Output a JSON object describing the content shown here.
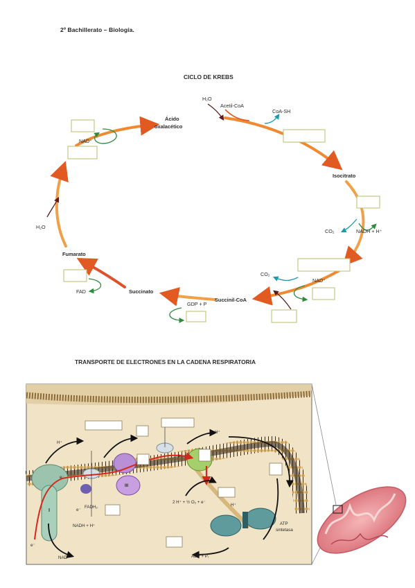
{
  "header": {
    "text": "2º Bachillerato – Biología."
  },
  "krebs": {
    "title": "CICLO DE KREBS",
    "labels": {
      "oxalacetico_1": "Ácido",
      "oxalacetico_2": "oxalacético",
      "h2o_top": "H₂O",
      "acetil": "Acetil-CoA",
      "coash": "CoA-SH",
      "isocitrato": "Isocitrato",
      "co2_1": "CO₂",
      "nadh_1": "NADH + H⁺",
      "nad_right": "NAD⁺",
      "co2_2": "CO₂",
      "succinilcoa": "Succinil-CoA",
      "gdp": "GDP + P",
      "succinato": "Succinato",
      "fad": "FAD",
      "fumarato": "Fumarato",
      "h2o_left": "H₂O",
      "nad_left": "NAD⁺"
    }
  },
  "etc": {
    "title": "TRANSPORTE DE ELECTRONES EN LA CADENA RESPIRATORIA",
    "labels": {
      "hplus_1": "H⁺",
      "hplus_2": "H⁺",
      "hplus_3": "H⁺",
      "eminus_1": "e⁻",
      "eminus_2": "e⁻",
      "eminus_3": "e⁻",
      "eminus_4": "e⁻",
      "complex_i": "I",
      "complex_iii": "III",
      "fadh2": "FADH₂",
      "nadh": "NADH + H⁺",
      "nad": "NAD⁺",
      "oxygen": "2 H⁺ + ½ O₂ + e⁻",
      "atp_1": "ATP",
      "atp_2": "sintetasa",
      "adp": "ADP + Pᵢ"
    }
  },
  "colors": {
    "cycle_orange": "#f08a2c",
    "cycle_red": "#d9461c",
    "arrow_green": "#2e8b3e",
    "arrow_teal": "#1a9bb0",
    "arrow_dark": "#5a1a1a",
    "membrane_bg": "#e9d3a8",
    "box_border": "#bfc27a"
  }
}
